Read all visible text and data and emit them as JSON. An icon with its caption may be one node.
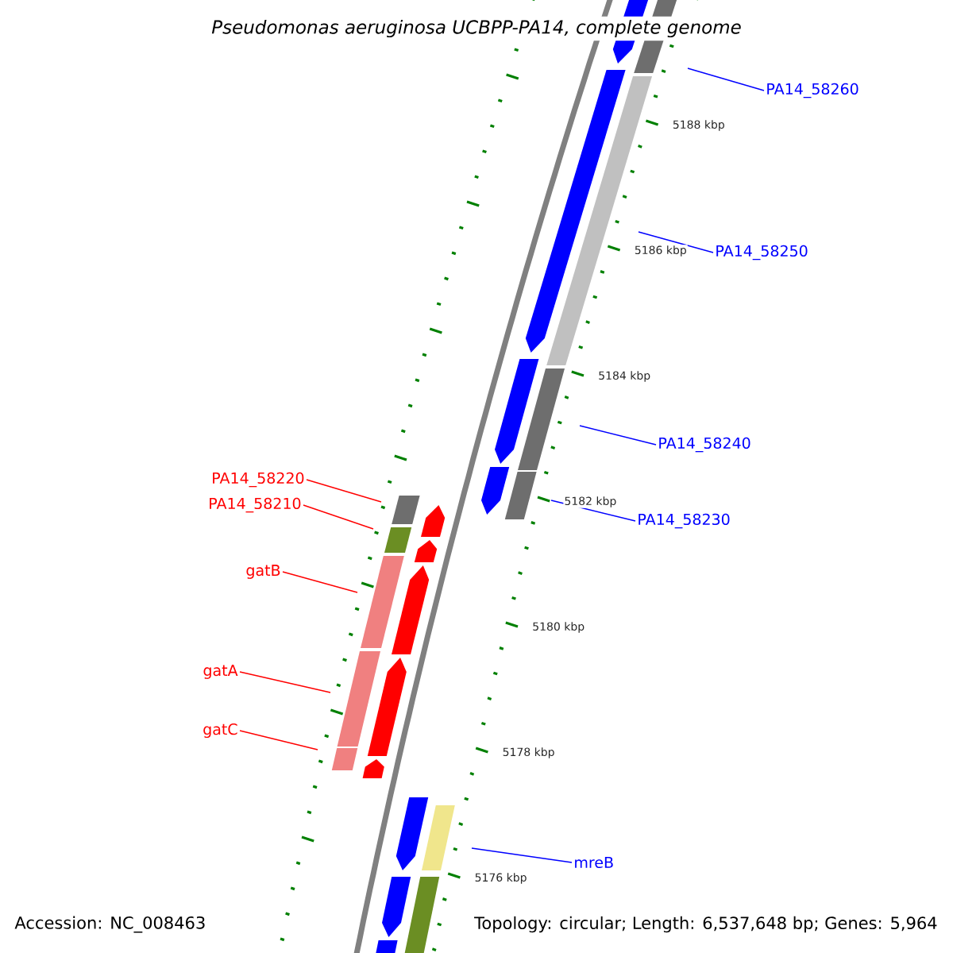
{
  "diagram": {
    "title": "Pseudomonas aeruginosa UCBPP-PA14, complete genome",
    "nodes": [
      {
        "text": [
          "PA14_58260"
        ]
      },
      {
        "text": [
          "PA14_58250"
        ]
      },
      {
        "text": [
          "PA14_58240"
        ]
      },
      {
        "text": [
          "PA14_58220"
        ]
      },
      {
        "text": [
          "PA14_58210"
        ]
      },
      {
        "text": [
          "PA14_58230"
        ]
      },
      {
        "text": [
          "gatB"
        ]
      },
      {
        "text": [
          "gatA"
        ]
      },
      {
        "text": [
          "gatC"
        ]
      },
      {
        "text": [
          "mreB"
        ]
      }
    ],
    "edges": [
      {
        "from": 0,
        "to": null,
        "arrow": "none",
        "color": "#0000ff"
      },
      {
        "from": 1,
        "to": null,
        "arrow": "none",
        "color": "#0000ff"
      },
      {
        "from": 2,
        "to": null,
        "arrow": "none",
        "color": "#0000ff"
      },
      {
        "from": 3,
        "to": null,
        "arrow": "none",
        "color": "#ff0000"
      },
      {
        "from": 4,
        "to": null,
        "arrow": "none",
        "color": "#ff0000"
      },
      {
        "from": 5,
        "to": null,
        "arrow": "none",
        "color": "#0000ff"
      },
      {
        "from": 6,
        "to": null,
        "arrow": "none",
        "color": "#ff0000"
      },
      {
        "from": 7,
        "to": null,
        "arrow": "none",
        "color": "#ff0000"
      },
      {
        "from": 8,
        "to": null,
        "arrow": "none",
        "color": "#ff0000"
      },
      {
        "from": 9,
        "to": null,
        "arrow": "none",
        "color": "#0000ff"
      }
    ],
    "labels": [
      "5188 kbp",
      "5186 kbp",
      "5184 kbp",
      "5182 kbp",
      "5180 kbp",
      "5178 kbp",
      "5176 kbp",
      "Accession: NC_008463",
      "Topology: circular; Length: 6,537,648 bp; Genes: 5,964"
    ]
  }
}
